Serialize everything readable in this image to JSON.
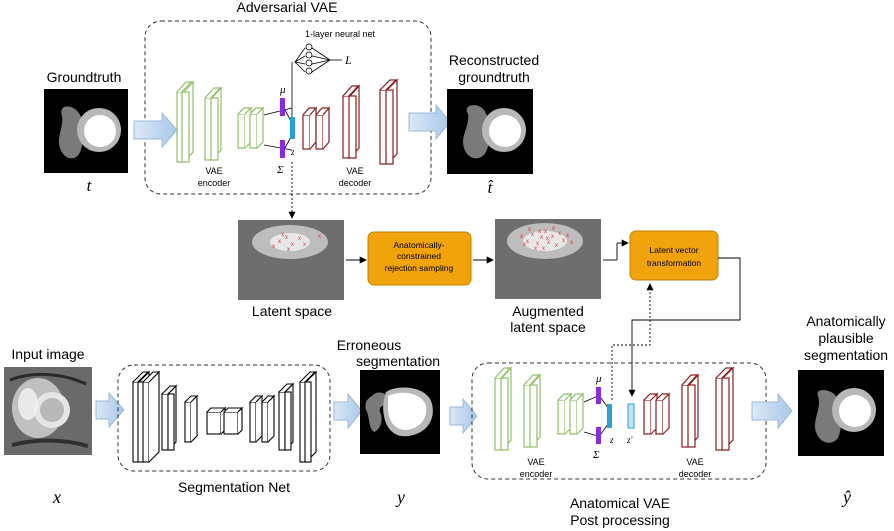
{
  "adversarial_vae": {
    "title": "Adversarial VAE",
    "neural_net_label": "1-layer neural net",
    "loss_symbol": "L",
    "encoder_label_1": "VAE",
    "encoder_label_2": "encoder",
    "decoder_label_1": "VAE",
    "decoder_label_2": "decoder",
    "mu_symbol": "μ",
    "sigma_symbol": "Σ",
    "z_symbol": "z"
  },
  "groundtruth": {
    "label": "Groundtruth",
    "symbol": "t"
  },
  "reconstructed": {
    "label_1": "Reconstructed",
    "label_2": "groundtruth",
    "symbol": "t̂"
  },
  "latent_space": {
    "label": "Latent space"
  },
  "rejection_sampling": {
    "line_1": "Anatomically-",
    "line_2": "constrained",
    "line_3": "rejection sampling"
  },
  "augmented_latent": {
    "label_1": "Augmented",
    "label_2": "latent space"
  },
  "latent_transform": {
    "line_1": "Latent vector",
    "line_2": "transformation"
  },
  "input_image": {
    "label": "Input image",
    "symbol": "x"
  },
  "segmentation_net": {
    "label": "Segmentation Net"
  },
  "erroneous": {
    "label_1": "Erroneous",
    "label_2": "segmentation",
    "symbol": "y"
  },
  "anatomical_vae": {
    "label_1": "Anatomical VAE",
    "label_2": "Post processing",
    "encoder_label_1": "VAE",
    "encoder_label_2": "encoder",
    "decoder_label_1": "VAE",
    "decoder_label_2": "decoder",
    "mu_symbol": "μ",
    "sigma_symbol": "Σ",
    "z_symbol": "z",
    "z_prime_symbol": "z'"
  },
  "plausible": {
    "label_1": "Anatomically",
    "label_2": "plausible",
    "label_3": "segmentation",
    "symbol": "ŷ"
  },
  "colors": {
    "encoder_green": "#8fbf6a",
    "decoder_red": "#8a1c1c",
    "mu_sigma_purple": "#8a2be2",
    "z_blue": "#2b9fd6",
    "process_box_orange": "#f0a30a",
    "arrow_fill": "#cfe2f3",
    "latent_gray": "#6e6e6e"
  }
}
